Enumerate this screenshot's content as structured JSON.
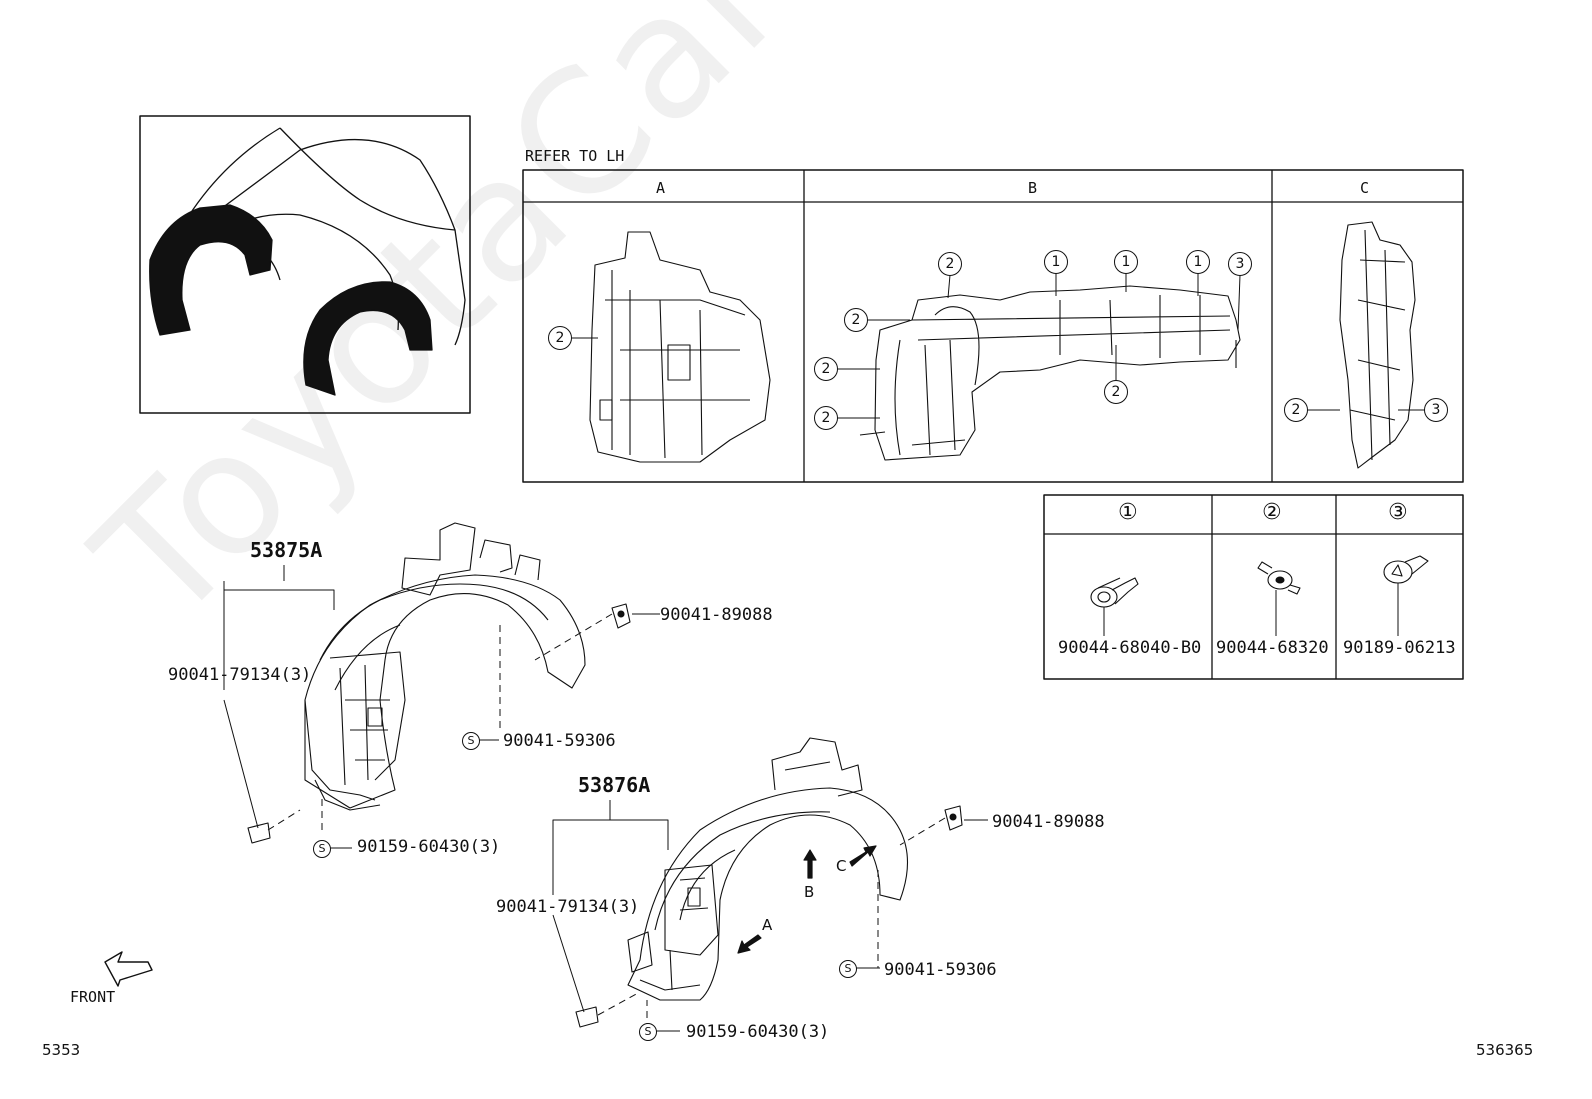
{
  "watermark": "ToyotaCarwiki.ru",
  "refer_label": "REFER TO LH",
  "views": {
    "a": "A",
    "b": "B",
    "c": "C"
  },
  "fastener_headers": {
    "one": "①",
    "two": "②",
    "three": "③"
  },
  "fastener_parts": {
    "one": "90044-68040-B0",
    "two": "90044-68320",
    "three": "90189-06213"
  },
  "callouts": {
    "one": "1",
    "two": "2",
    "three": "3",
    "s": "S"
  },
  "parts": {
    "liner_upper": "53875A",
    "liner_lower": "53876A",
    "u_clip_upper": "90041-89088",
    "screw_upper_left": "90041-79134(3)",
    "screw_upper_mid": "90041-59306",
    "screw_upper_bottom": "90159-60430(3)",
    "u_clip_lower": "90041-89088",
    "screw_lower_left": "90041-79134(3)",
    "screw_lower_mid": "90041-59306",
    "screw_lower_bottom": "90159-60430(3)"
  },
  "arrow_labels": {
    "a": "A",
    "b": "B",
    "c": "C"
  },
  "front_label": "FRONT",
  "page_code_left": "5353",
  "page_code_right": "536365"
}
